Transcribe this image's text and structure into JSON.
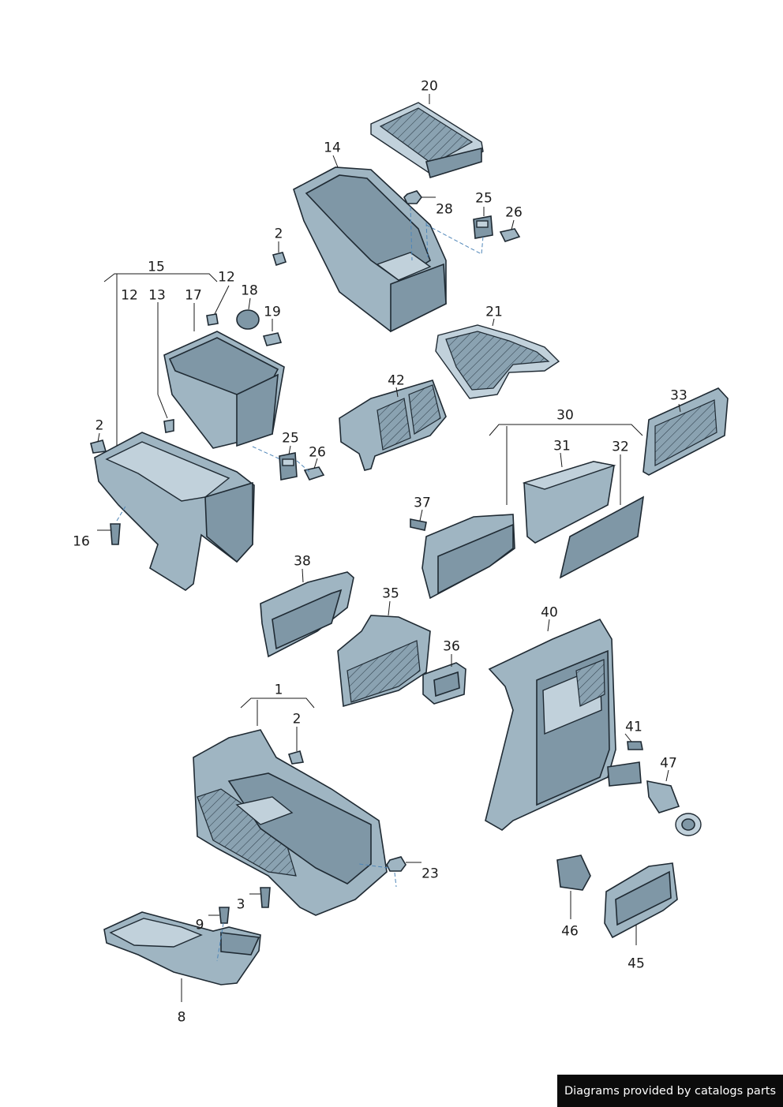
{
  "labels": {
    "l1": "1",
    "l2a": "2",
    "l2b": "2",
    "l2c": "2",
    "l3": "3",
    "l8": "8",
    "l9": "9",
    "l12a": "12",
    "l12b": "12",
    "l13": "13",
    "l14": "14",
    "l15": "15",
    "l16": "16",
    "l17": "17",
    "l18": "18",
    "l19": "19",
    "l20": "20",
    "l21": "21",
    "l23": "23",
    "l25a": "25",
    "l25b": "25",
    "l26a": "26",
    "l26b": "26",
    "l28": "28",
    "l30": "30",
    "l31": "31",
    "l32": "32",
    "l33": "33",
    "l35": "35",
    "l36": "36",
    "l37": "37",
    "l38": "38",
    "l40": "40",
    "l41": "41",
    "l42": "42",
    "l45": "45",
    "l46": "46",
    "l47": "47"
  },
  "credit": "Diagrams provided by catalogs parts",
  "colors": {
    "part_fill": "#9fb5c2",
    "outline": "#1f2a33",
    "leader_dash": "#4f86b8",
    "credit_bg": "#0b0b0b"
  }
}
